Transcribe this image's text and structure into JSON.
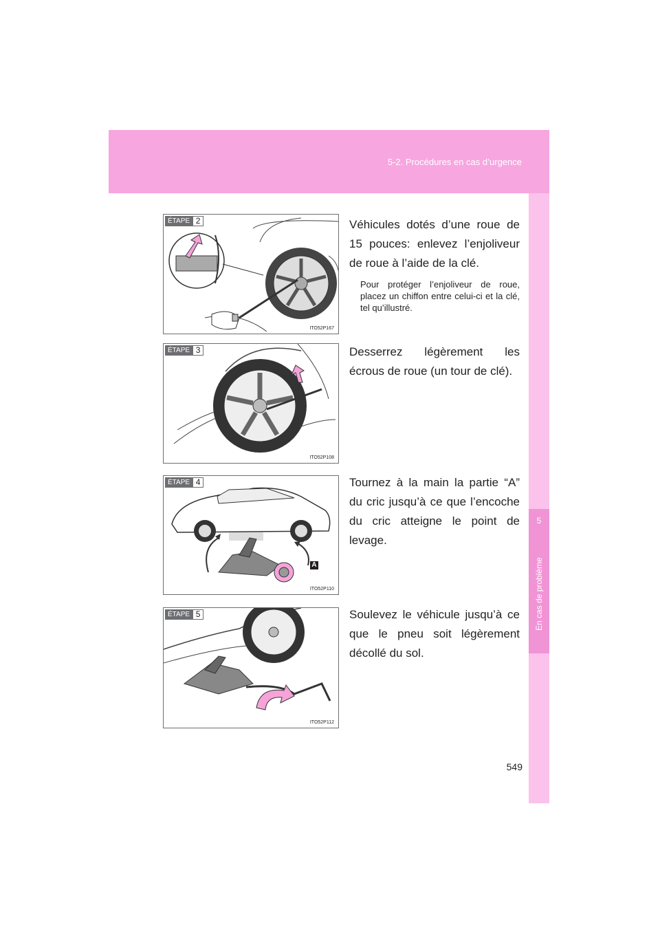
{
  "header": {
    "section_title": "5-2. Procédures en cas d’urgence"
  },
  "side_tab": {
    "chapter_number": "5",
    "chapter_label": "En cas de problème"
  },
  "page_number": "549",
  "steps": [
    {
      "badge_word": "ÉTAPE",
      "badge_number": "2",
      "figure_code": "ITO52P167",
      "text": "Véhicules dotés d’une roue de 15 pouces: enlevez l’enjoliveur de roue à l’aide de la clé.",
      "note": "Pour protéger l’enjoliveur de roue, placez un chiffon entre celui-ci et la clé, tel qu’illustré."
    },
    {
      "badge_word": "ÉTAPE",
      "badge_number": "3",
      "figure_code": "ITO52P108",
      "text": "Desserrez légèrement les écrous de roue (un tour de clé)."
    },
    {
      "badge_word": "ÉTAPE",
      "badge_number": "4",
      "figure_code": "ITO52P110",
      "text": "Tournez à la main la partie “A” du cric jusqu’à ce que l’encoche du cric atteigne le point de levage.",
      "callout": "A"
    },
    {
      "badge_word": "ÉTAPE",
      "badge_number": "5",
      "figure_code": "ITO52P112",
      "text": "Soulevez le véhicule jusqu’à ce que le pneu soit légèrement décollé du sol."
    }
  ],
  "colors": {
    "header_pink": "#f7a6e0",
    "tab_pink": "#f094d6",
    "strip_pink": "#fbc2ec",
    "arrow_pink": "#f5a3d8"
  }
}
